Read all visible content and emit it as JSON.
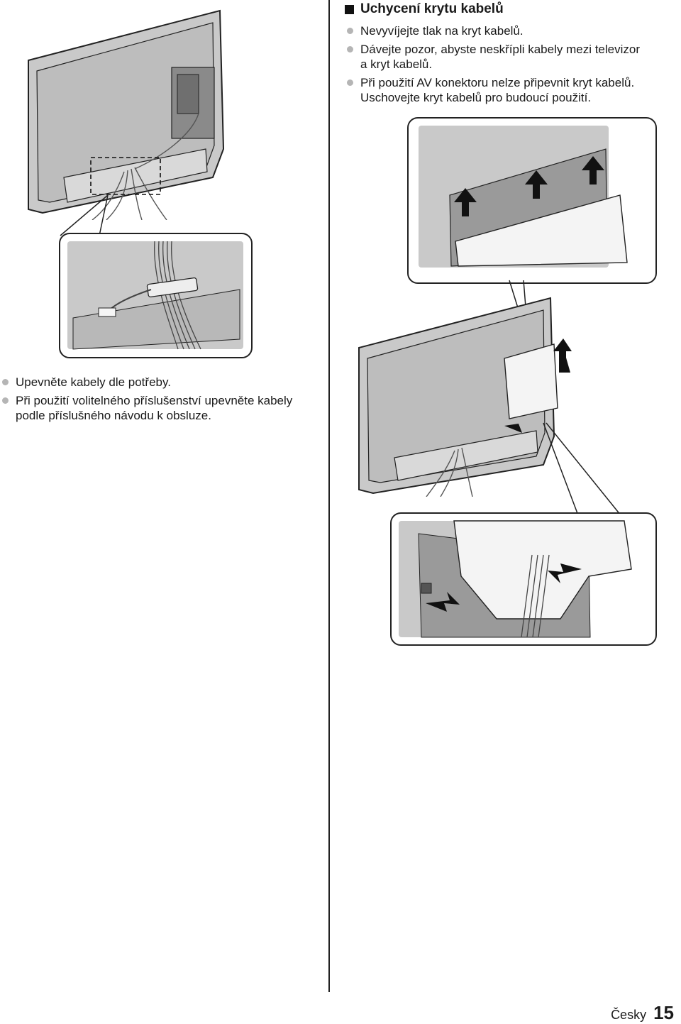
{
  "section": {
    "title": "Uchycení krytu kabelů"
  },
  "right_bullets": [
    {
      "lines": [
        "Nevyvíjejte tlak na kryt kabelů."
      ]
    },
    {
      "lines": [
        "Dávejte pozor, abyste neskřípli kabely mezi televizor",
        "a kryt kabelů."
      ]
    },
    {
      "lines": [
        "Při použití AV konektoru nelze připevnit kryt kabelů.",
        "Uschovejte kryt kabelů pro budoucí použití."
      ]
    }
  ],
  "left_bullets": [
    {
      "lines": [
        "Upevněte kabely dle potřeby."
      ]
    },
    {
      "lines": [
        "Při použití volitelného příslušenství upevněte kabely",
        "podle příslušného návodu k obsluze."
      ]
    }
  ],
  "footer": {
    "language": "Česky",
    "page_number": "15"
  },
  "colors": {
    "panel_gray": "#c9c9c9",
    "panel_dark": "#9a9a9a",
    "outline": "#222222",
    "bullet": "#b5b5b5"
  }
}
